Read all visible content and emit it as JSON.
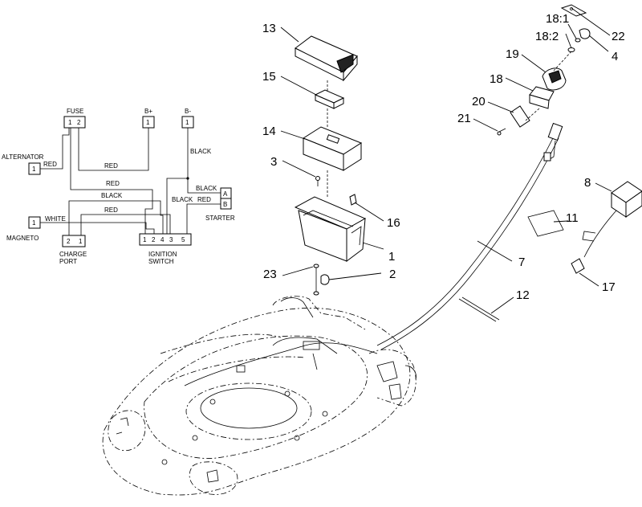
{
  "schematic": {
    "fuse_label": "FUSE",
    "fuse_pins": [
      "1",
      "2"
    ],
    "bplus_label": "B+",
    "bminus_label": "B-",
    "one": "1",
    "alternator_label": "ALTERNATOR",
    "magneto_label": "MAGNETO",
    "charge_port_label_1": "CHARGE",
    "charge_port_label_2": "PORT",
    "charge_port_pins": [
      "2",
      "1"
    ],
    "ignition_label_1": "IGNITION",
    "ignition_label_2": "SWITCH",
    "ignition_pins": [
      "1",
      "2",
      "4",
      "3",
      "5"
    ],
    "starter_label": "STARTER",
    "starter_pins": [
      "A",
      "B"
    ],
    "wire_colors": {
      "red": "RED",
      "black": "BLACK",
      "white": "WHITE"
    }
  },
  "callouts": {
    "c13": "13",
    "c15": "15",
    "c14": "14",
    "c3": "3",
    "c16": "16",
    "c1": "1",
    "c23": "23",
    "c2": "2",
    "c18_1": "18:1",
    "c18_2": "18:2",
    "c22": "22",
    "c4": "4",
    "c19": "19",
    "c18": "18",
    "c20": "20",
    "c21": "21",
    "c7": "7",
    "c8": "8",
    "c11": "11",
    "c17": "17",
    "c12": "12"
  }
}
